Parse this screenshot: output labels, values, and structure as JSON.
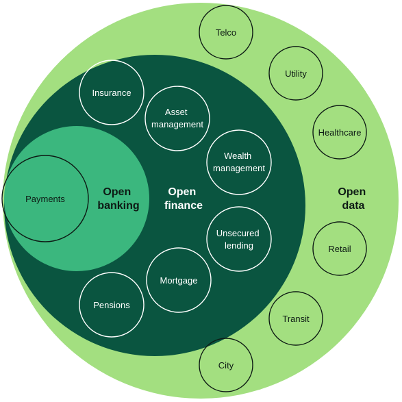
{
  "zones": {
    "open_data": {
      "lines": [
        "Open",
        "data"
      ],
      "color": "#a3df80"
    },
    "open_finance": {
      "lines": [
        "Open",
        "finance"
      ],
      "color": "#0a5540"
    },
    "open_banking": {
      "lines": [
        "Open",
        "banking"
      ],
      "color": "#3bb77e"
    }
  },
  "items": {
    "telco": [
      "Telco"
    ],
    "utility": [
      "Utility"
    ],
    "healthcare": [
      "Healthcare"
    ],
    "retail": [
      "Retail"
    ],
    "transit": [
      "Transit"
    ],
    "city": [
      "City"
    ],
    "insurance": [
      "Insurance"
    ],
    "asset_management": [
      "Asset",
      "management"
    ],
    "wealth_management": [
      "Wealth",
      "management"
    ],
    "unsecured_lending": [
      "Unsecured",
      "lending"
    ],
    "mortgage": [
      "Mortgage"
    ],
    "pensions": [
      "Pensions"
    ],
    "payments": [
      "Payments"
    ]
  },
  "colors": {
    "dark_text": "#0d1a14",
    "light_text": "#ffffff",
    "outline_dark": "#0d1a14",
    "outline_light": "#ffffff"
  }
}
